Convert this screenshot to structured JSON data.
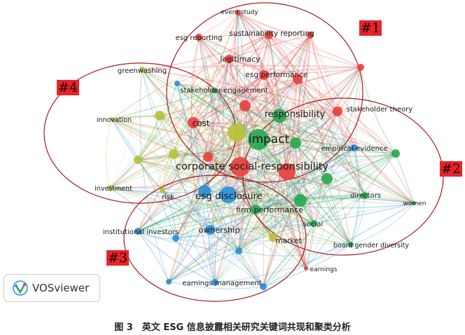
{
  "clusters": [
    {
      "tag": "#1",
      "color": "#e8413f"
    },
    {
      "tag": "#2",
      "color": "#2aa852"
    },
    {
      "tag": "#3",
      "color": "#2b8fd6"
    },
    {
      "tag": "#4",
      "color": "#b5c23a"
    }
  ],
  "keywords": [
    "event study",
    "esg reporting",
    "sustainability reporting",
    "legitimacy",
    "esg performance",
    "stakeholder theory",
    "cost",
    "corporate social-responsibility",
    "earnings",
    "stakeholder engagement",
    "responsibility",
    "impact",
    "empirical-evidence",
    "directors",
    "women",
    "firm performance",
    "social",
    "board gender diversity",
    "esg disclosure",
    "institutional investors",
    "ownership",
    "earnings management",
    "greenwashing",
    "innovation",
    "investment",
    "risk",
    "market"
  ],
  "logo": {
    "text": "VOSviewer"
  },
  "caption": "图 3　英文 ESG 信息披露相关研究关键词共现和聚类分析"
}
